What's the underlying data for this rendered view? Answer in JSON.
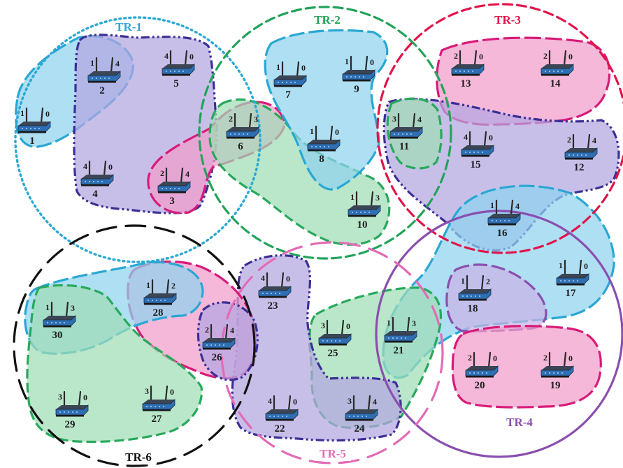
{
  "colors": {
    "tr1": "#2ba8d4",
    "tr2": "#22a35a",
    "tr3": "#e0154a",
    "tr4": "#8a4fae",
    "tr5": "#e26bb5",
    "tr6": "#111111",
    "blue_region_stroke": "#2aa7d3",
    "blue_region_fill": "#8fd3ef",
    "navy_region_stroke": "#3b2f96",
    "navy_region_fill": "#b3a6e0",
    "pink_region_stroke": "#d81b78",
    "pink_region_fill": "#f19ccb",
    "green_region_stroke": "#28a85c",
    "green_region_fill": "#9fdcb5",
    "purple_region_stroke": "#8a4fae",
    "purple_region_fill": "#cbb4e6"
  },
  "transmission_ranges": [
    {
      "id": "tr-1",
      "label": "TR-1",
      "style": "dotted",
      "color_key": "tr1"
    },
    {
      "id": "tr-2",
      "label": "TR-2",
      "style": "dashed",
      "color_key": "tr2"
    },
    {
      "id": "tr-3",
      "label": "TR-3",
      "style": "dashed",
      "color_key": "tr3"
    },
    {
      "id": "tr-4",
      "label": "TR-4",
      "style": "solid",
      "color_key": "tr4"
    },
    {
      "id": "tr-5",
      "label": "TR-5",
      "style": "long-dash",
      "color_key": "tr5"
    },
    {
      "id": "tr-6",
      "label": "TR-6",
      "style": "long-dash",
      "color_key": "tr6"
    }
  ],
  "regions": [
    {
      "id": "region-blue-1-2",
      "kind": "blue"
    },
    {
      "id": "region-navy-2-5-4-3",
      "kind": "navy"
    },
    {
      "id": "region-pink-6-3",
      "kind": "pink"
    },
    {
      "id": "region-green-6-10",
      "kind": "green"
    },
    {
      "id": "region-blue-7-9-8-10",
      "kind": "blue"
    },
    {
      "id": "region-pink-13-14-12",
      "kind": "pink"
    },
    {
      "id": "region-navy-11-15-12-16",
      "kind": "navy"
    },
    {
      "id": "region-green-11",
      "kind": "green"
    },
    {
      "id": "region-blue-16-17-21",
      "kind": "blue"
    },
    {
      "id": "region-purple-18",
      "kind": "purple"
    },
    {
      "id": "region-pink-20-19",
      "kind": "pink"
    },
    {
      "id": "region-green-25-21-24",
      "kind": "green"
    },
    {
      "id": "region-navy-23-22-24",
      "kind": "navy"
    },
    {
      "id": "region-pink-28-26",
      "kind": "pink"
    },
    {
      "id": "region-blue-30-28",
      "kind": "blue"
    },
    {
      "id": "region-green-30-29-27",
      "kind": "green"
    },
    {
      "id": "region-navy-26",
      "kind": "navy"
    }
  ],
  "nodes": [
    {
      "id": "1",
      "left": "1",
      "right": "0"
    },
    {
      "id": "2",
      "left": "1",
      "right": "4"
    },
    {
      "id": "3",
      "left": "2",
      "right": "4"
    },
    {
      "id": "4",
      "left": "4",
      "right": "0"
    },
    {
      "id": "5",
      "left": "4",
      "right": "0"
    },
    {
      "id": "6",
      "left": "2",
      "right": "3"
    },
    {
      "id": "7",
      "left": "1",
      "right": "0"
    },
    {
      "id": "8",
      "left": "1",
      "right": "0"
    },
    {
      "id": "9",
      "left": "1",
      "right": "0"
    },
    {
      "id": "10",
      "left": "1",
      "right": "3"
    },
    {
      "id": "11",
      "left": "3",
      "right": "4"
    },
    {
      "id": "12",
      "left": "2",
      "right": "4"
    },
    {
      "id": "13",
      "left": "2",
      "right": "0"
    },
    {
      "id": "14",
      "left": "2",
      "right": "0"
    },
    {
      "id": "15",
      "left": "4",
      "right": "0"
    },
    {
      "id": "16",
      "left": "1",
      "right": "4"
    },
    {
      "id": "17",
      "left": "1",
      "right": "0"
    },
    {
      "id": "18",
      "left": "1",
      "right": "2"
    },
    {
      "id": "19",
      "left": "2",
      "right": "0"
    },
    {
      "id": "20",
      "left": "2",
      "right": "0"
    },
    {
      "id": "21",
      "left": "1",
      "right": "3"
    },
    {
      "id": "22",
      "left": "4",
      "right": "0"
    },
    {
      "id": "23",
      "left": "4",
      "right": "0"
    },
    {
      "id": "24",
      "left": "3",
      "right": "4"
    },
    {
      "id": "25",
      "left": "3",
      "right": "0"
    },
    {
      "id": "26",
      "left": "2",
      "right": "4"
    },
    {
      "id": "27",
      "left": "3",
      "right": "0"
    },
    {
      "id": "28",
      "left": "1",
      "right": "2"
    },
    {
      "id": "29",
      "left": "3",
      "right": "0"
    },
    {
      "id": "30",
      "left": "1",
      "right": "3"
    }
  ]
}
